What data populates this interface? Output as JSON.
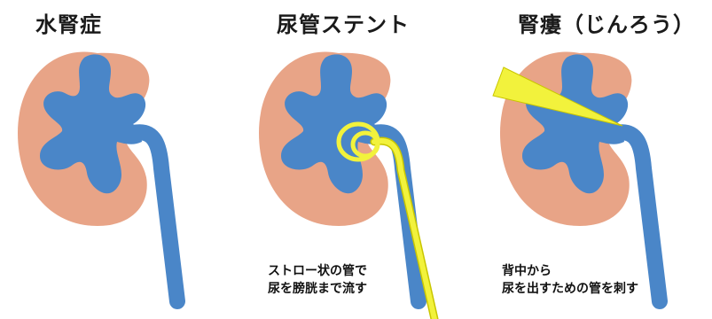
{
  "colors": {
    "kidney": "#e8a487",
    "pelvis": "#4a86c8",
    "stent": "#f2f23c",
    "stent_outline": "#c9c600",
    "needle": "#f2f23c",
    "text": "#111111"
  },
  "panels": [
    {
      "title": "水腎症",
      "caption_lines": []
    },
    {
      "title": "尿管ステント",
      "caption_lines": [
        "ストロー状の管で",
        "尿を膀胱まで流す"
      ]
    },
    {
      "title": "腎瘻（じんろう）",
      "caption_lines": [
        "背中から",
        "尿を出すための管を刺す"
      ]
    }
  ]
}
